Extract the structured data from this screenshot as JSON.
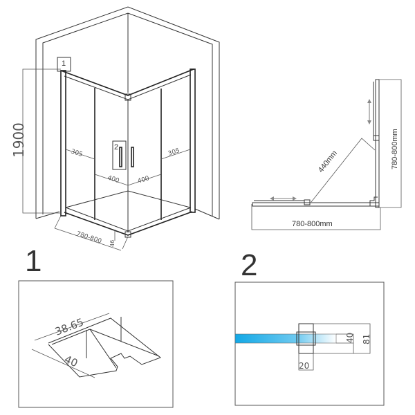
{
  "iso_view": {
    "height_label": "1900",
    "width_label": "780-800",
    "tray_height_label": "46",
    "fixed_panel_left": "305",
    "fixed_panel_right": "305",
    "door_left": "400",
    "door_right": "400",
    "callout_1": "1",
    "callout_2": "2"
  },
  "plan_view": {
    "width_label": "780-800mm",
    "depth_label": "780-800mm",
    "opening_label": "440mm"
  },
  "detail_1": {
    "number": "1",
    "dim_length": "38.65",
    "dim_width": "40"
  },
  "detail_2": {
    "number": "2",
    "dim_inner": "40",
    "dim_outer": "81",
    "dim_width": "20",
    "glass_color": "#1ab0e8"
  }
}
